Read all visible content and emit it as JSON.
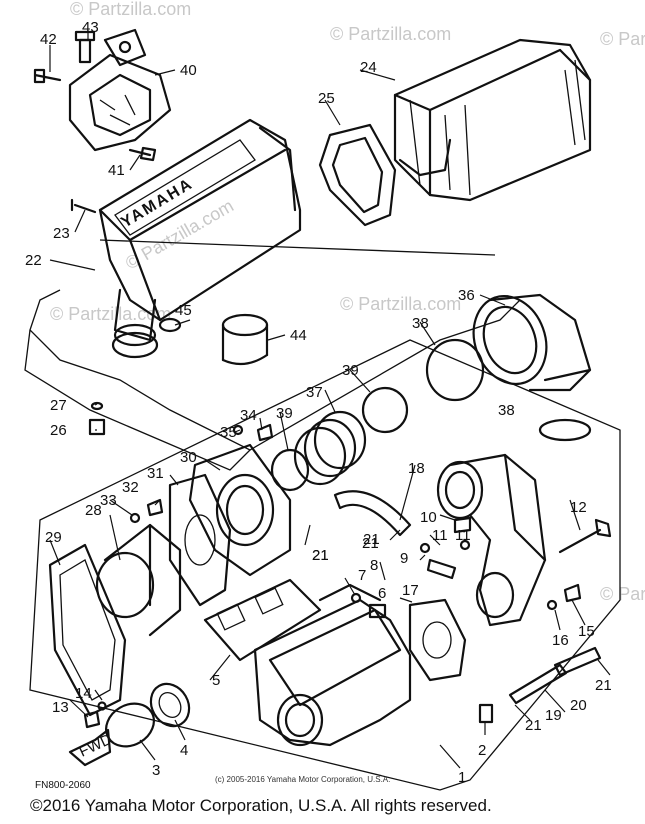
{
  "diagram": {
    "brand_text": "YAMAHA",
    "drawing_number": "FN800-2060",
    "inner_copyright": "(c) 2005-2016 Yamaha Motor Corporation, U.S.A.",
    "fwd_label": "FWD",
    "watermarks": [
      "© Partzilla.com",
      "© Partzilla.com",
      "© Partzilla.com",
      "© Partzilla.com",
      "© Partzilla.com",
      "© Partzilla.com",
      "© Partzilla.com"
    ],
    "part_labels": [
      "1",
      "2",
      "3",
      "4",
      "5",
      "6",
      "7",
      "8",
      "9",
      "10",
      "11",
      "12",
      "13",
      "14",
      "15",
      "16",
      "17",
      "18",
      "19",
      "20",
      "21",
      "22",
      "23",
      "24",
      "25",
      "26",
      "27",
      "28",
      "29",
      "30",
      "31",
      "32",
      "33",
      "34",
      "35",
      "36",
      "37",
      "38",
      "39",
      "40",
      "41",
      "42",
      "43",
      "44",
      "45"
    ],
    "extra_labels": [
      "21",
      "21",
      "21",
      "21",
      "21",
      "38",
      "39",
      "11"
    ]
  },
  "footer": {
    "copyright": "©2016 Yamaha Motor Corporation, U.S.A. All rights reserved."
  }
}
